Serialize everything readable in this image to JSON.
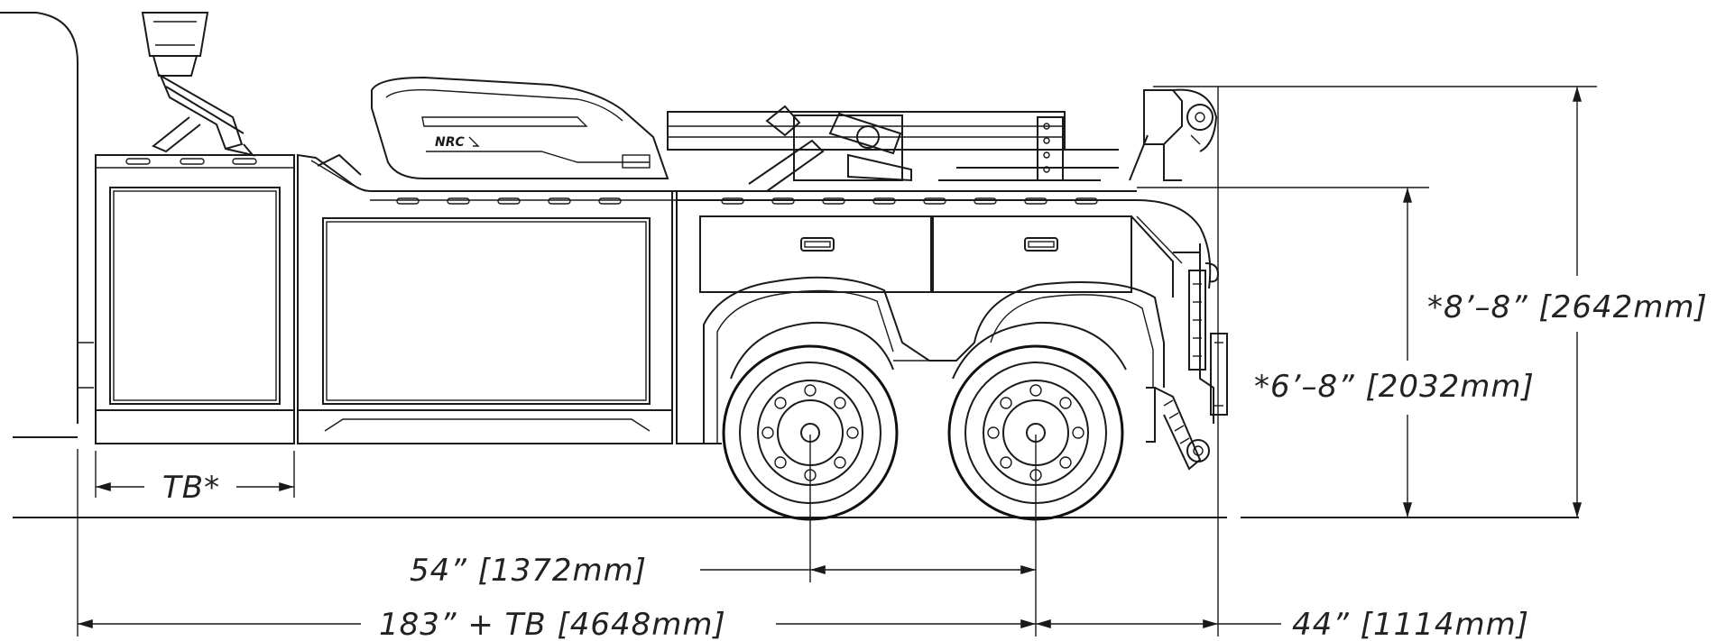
{
  "dimensions": {
    "tb": "TB*",
    "height_total": "*8’–8” [2642mm]",
    "height_deck": "*6’–8” [2032mm]",
    "axle_spacing": "54”   [1372mm]",
    "length_body": "183”  +  TB [4648mm]",
    "rear_overhang": "44” [1114mm]"
  },
  "decal_text": "NRC",
  "colors": {
    "line": "#1a1a1a",
    "text": "#222222",
    "background": "#ffffff"
  }
}
